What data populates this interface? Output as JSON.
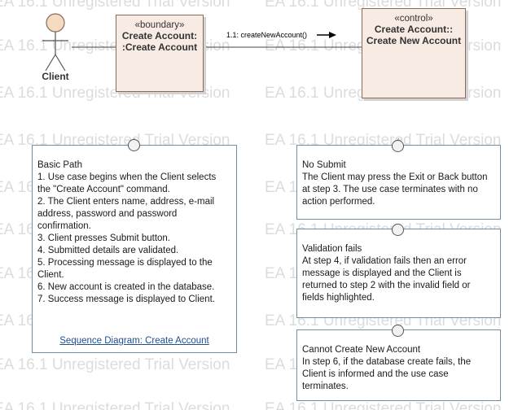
{
  "watermark": "EA 16.1 Unregistered Trial Version",
  "actor": {
    "name": "Client"
  },
  "boundary": {
    "stereotype": "«boundary»",
    "name_line1": "Create Account:",
    "name_line2": ":Create Account"
  },
  "control": {
    "stereotype": "«control»",
    "name_line1": "Create Account::",
    "name_line2": "Create New Account"
  },
  "message": {
    "label": "1.1: createNewAccount()"
  },
  "notes": {
    "basic_path": {
      "lines": [
        "Basic Path",
        "1. Use case begins when the Client selects",
        "the \"Create Account\" command.",
        "2. The Client enters name, address, e-mail",
        "address, password and password",
        "confirmation.",
        "3. Client presses Submit button.",
        "4. Submitted details are validated.",
        "5. Processing message is displayed to the",
        "Client.",
        "6. New account is created in the database.",
        "7. Success message is displayed to Client."
      ],
      "link": "Sequence Diagram: Create Account"
    },
    "no_submit": {
      "lines": [
        "No Submit",
        "The Client may press the Exit or Back button",
        "at step 3. The use case terminates with no",
        "action performed."
      ]
    },
    "validation_fails": {
      "lines": [
        "Validation fails",
        "At step 4, if validation fails then an error",
        "message is displayed and the Client is",
        "returned to step 2 with the invalid field or",
        "fields highlighted."
      ]
    },
    "cannot_create": {
      "lines": [
        "Cannot Create New Account",
        "In step 6, if the database create fails, the",
        "Client is informed and the use case",
        "terminates."
      ]
    }
  }
}
